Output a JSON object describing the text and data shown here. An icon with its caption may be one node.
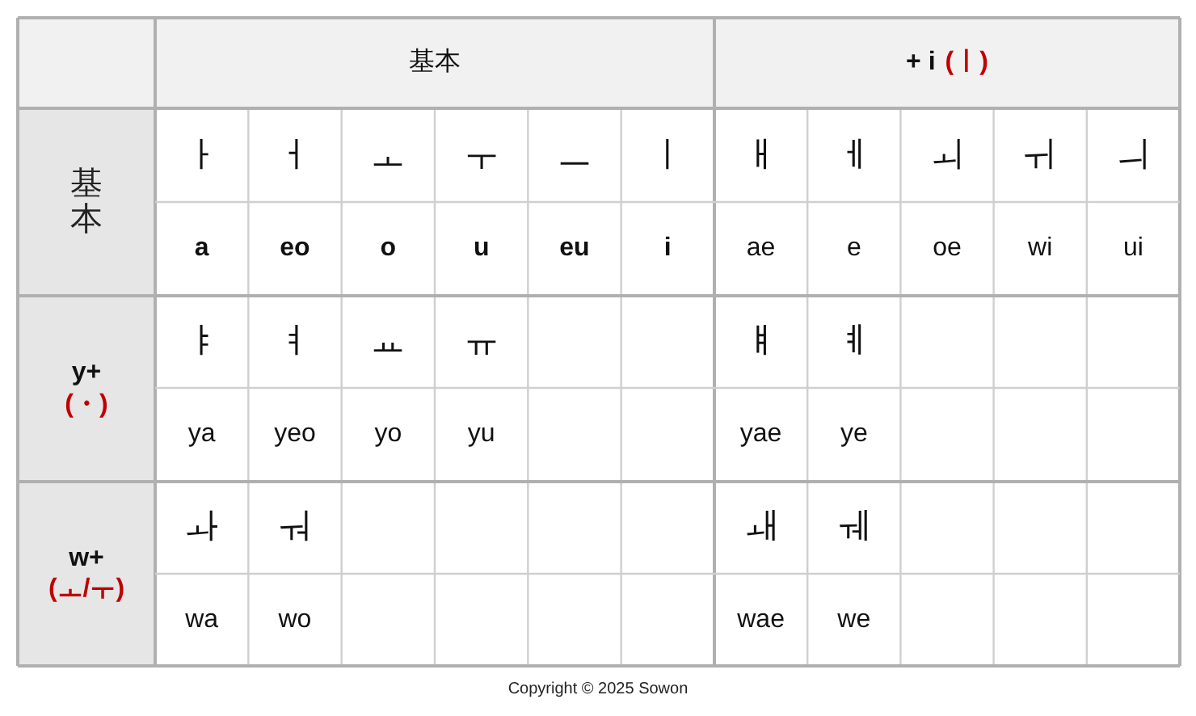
{
  "diagram": {
    "caption": "Copyright © 2025  Sowon",
    "labels": [
      "基本",
      "+ i",
      "(ㅣ)",
      "基本",
      "ㅏ",
      "ㅓ",
      "ㅗ",
      "ㅜ",
      "ㅡ",
      "ㅣ",
      "ㅐ",
      "ㅔ",
      "ㅚ",
      "ㅟ",
      "ㅢ",
      "a",
      "eo",
      "o",
      "u",
      "eu",
      "i",
      "ae",
      "e",
      "oe",
      "wi",
      "ui",
      "y+",
      "(・)",
      "ㅑ",
      "ㅕ",
      "ㅛ",
      "ㅠ",
      "ㅒ",
      "ㅖ",
      "ya",
      "yeo",
      "yo",
      "yu",
      "yae",
      "ye",
      "w+",
      "(ㅗ/ㅜ)",
      "ㅘ",
      "ㅝ",
      "ㅙ",
      "ㅞ",
      "wa",
      "wo",
      "wae",
      "we"
    ]
  }
}
